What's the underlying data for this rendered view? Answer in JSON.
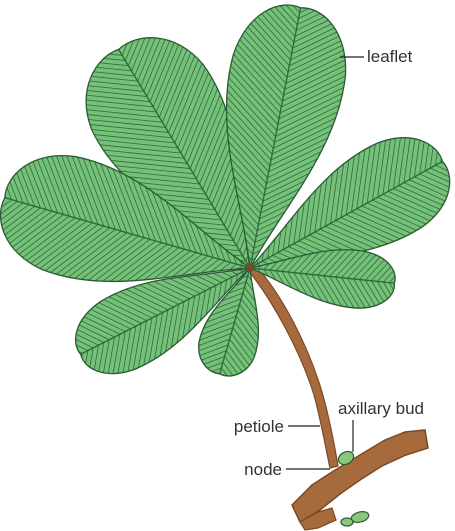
{
  "diagram": {
    "labels": {
      "leaflet": "leaflet",
      "axillary_bud": "axillary bud",
      "petiole": "petiole",
      "node": "node"
    }
  },
  "colors": {
    "leaf_fill": "#76c179",
    "leaf_vein": "#2f6a3c",
    "leaf_outline": "#2a5a33",
    "stem": "#a66a3c",
    "stem_dark": "#7b4a27",
    "bud": "#8cc67b",
    "label_text": "#333333"
  }
}
